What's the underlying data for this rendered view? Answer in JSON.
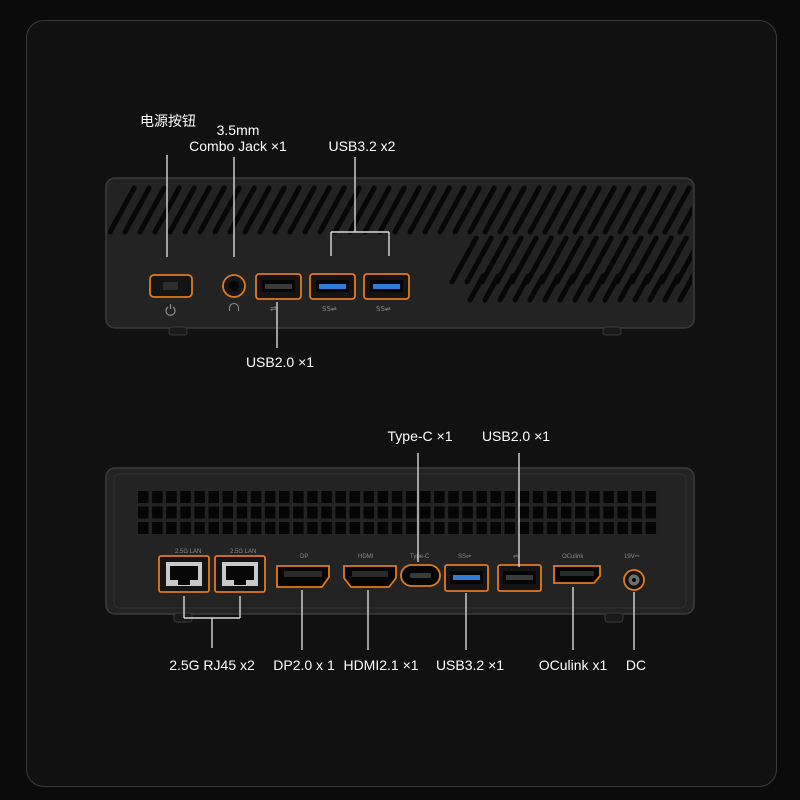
{
  "front_panel": {
    "power_button_label": "电源按钮",
    "audio_jack_label_line1": "3.5mm",
    "audio_jack_label_line2": "Combo Jack ×1",
    "usb32_label": "USB3.2 x2",
    "usb20_label": "USB2.0  ×1"
  },
  "rear_panel": {
    "type_c_label": "Type-C ×1",
    "usb20_label": "USB2.0 ×1",
    "rj45_label": "2.5G RJ45 x2",
    "dp_label": "DP2.0 x 1",
    "hdmi_label": "HDMI2.1 ×1",
    "usb32_label": "USB3.2 ×1",
    "oculink_label": "OCulink x1",
    "dc_label": "DC",
    "silkscreen": {
      "lan1": "2.5G LAN",
      "lan2": "2.5G LAN",
      "dp": "DP",
      "hdmi": "HDMI",
      "type_c": "Type-C",
      "ss": "SS⇌",
      "usb": "⇌",
      "oculink": "OCulink",
      "dc": "19V⎓"
    }
  },
  "colors": {
    "port_highlight": "#e07a22",
    "usb3_blue": "#2f7fd8",
    "chassis": "#232323",
    "background": "#0b0b0b"
  }
}
